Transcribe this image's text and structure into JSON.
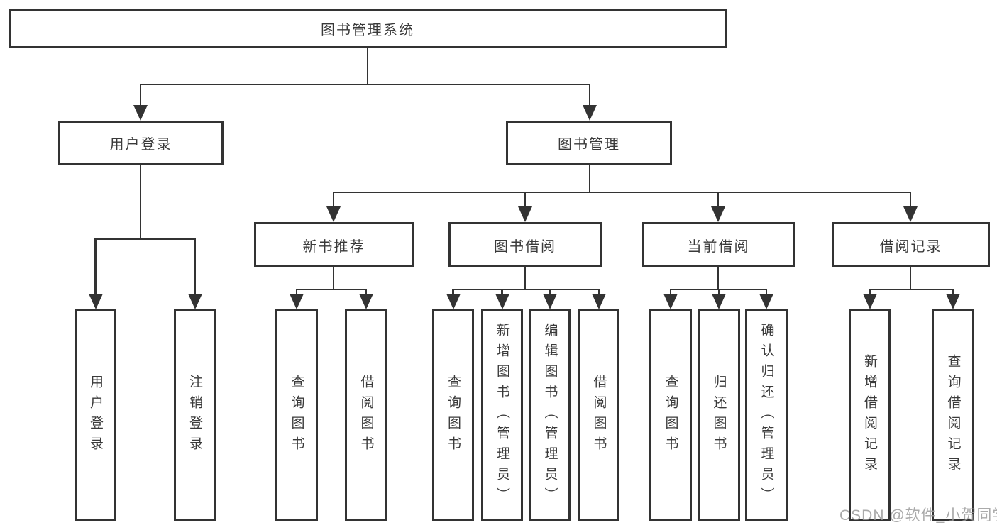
{
  "tree": {
    "root": "图书管理系统",
    "branches": [
      {
        "label": "用户登录",
        "leaves": [
          "用户登录",
          "注销登录"
        ]
      },
      {
        "label": "图书管理",
        "groups": [
          {
            "label": "新书推荐",
            "leaves": [
              "查询图书",
              "借阅图书"
            ]
          },
          {
            "label": "图书借阅",
            "leaves": [
              "查询图书",
              "新增图书（管理员）",
              "编辑图书（管理员）",
              "借阅图书"
            ]
          },
          {
            "label": "当前借阅",
            "leaves": [
              "查询图书",
              "归还图书",
              "确认归还（管理员）"
            ]
          },
          {
            "label": "借阅记录",
            "leaves": [
              "新增借阅记录",
              "查询借阅记录"
            ]
          }
        ]
      }
    ]
  },
  "watermark": "CSDN @软件_小贺同学",
  "colors": {
    "line": "#333333",
    "text": "#3a3a3a",
    "background": "#ffffff",
    "watermark": "#9b9b9b"
  }
}
